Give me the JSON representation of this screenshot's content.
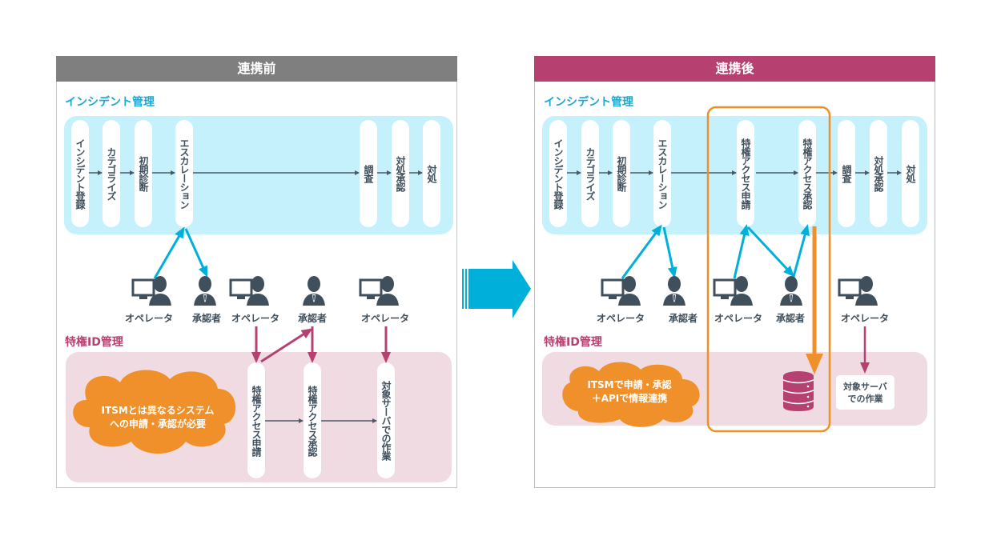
{
  "before": {
    "title": "連携前",
    "incident_section": "インシデント管理",
    "privileged_section": "特権ID管理",
    "incident_steps": [
      "インシデント登録",
      "カテゴライズ",
      "初期診断",
      "エスカレーション",
      "調査",
      "対処承認",
      "対処"
    ],
    "roles": [
      "オペレータ",
      "承認者",
      "オペレータ",
      "承認者",
      "オペレータ"
    ],
    "privileged_steps": [
      "特権アクセス申請",
      "特権アクセス承認",
      "対象サーバでの作業"
    ],
    "callout": [
      "ITSMとは異なるシステム",
      "への申請・承認が必要"
    ]
  },
  "after": {
    "title": "連携後",
    "incident_section": "インシデント管理",
    "privileged_section": "特権ID管理",
    "incident_steps": [
      "インシデント登録",
      "カテゴライズ",
      "初期診断",
      "エスカレーション",
      "特権アクセス申請",
      "特権アクセス承認",
      "調査",
      "対処承認",
      "対処"
    ],
    "roles": [
      "オペレータ",
      "承認者",
      "オペレータ",
      "承認者",
      "オペレータ"
    ],
    "target_work": [
      "対象サーバ",
      "での作業"
    ],
    "callout": [
      "ITSMで申請・承認",
      "＋APIで情報連携"
    ]
  },
  "icons": {
    "operator": "operator-pc-icon",
    "approver": "approver-icon",
    "database": "database-icon",
    "transition": "right-arrow-icon"
  },
  "colors": {
    "before_header": "#7f7f7f",
    "after_header": "#b6406f",
    "incident_accent": "#1aa9d6",
    "incident_band": "#c4f1fc",
    "privileged_accent": "#b6406f",
    "privileged_band": "#f1dbe3",
    "highlight": "#f0902a",
    "text": "#3f4f5c"
  }
}
